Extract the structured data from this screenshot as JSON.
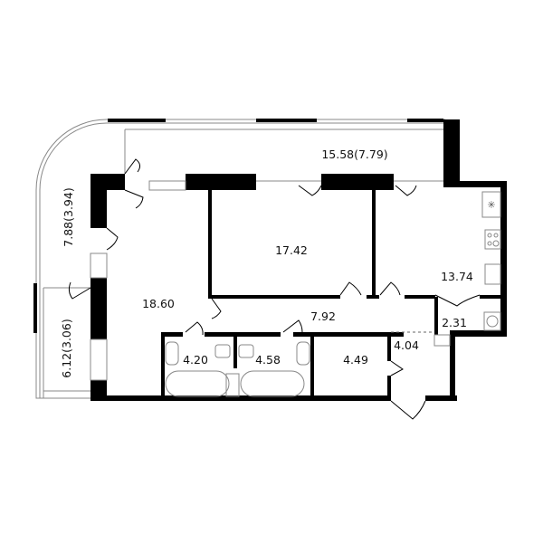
{
  "plan": {
    "rooms": [
      {
        "id": "balcony-top",
        "area": "15.58(7.79)"
      },
      {
        "id": "bedroom",
        "area": "17.42"
      },
      {
        "id": "kitchen",
        "area": "13.74"
      },
      {
        "id": "living-room",
        "area": "18.60"
      },
      {
        "id": "corridor",
        "area": "7.92"
      },
      {
        "id": "utility",
        "area": "2.31"
      },
      {
        "id": "hall",
        "area": "4.04"
      },
      {
        "id": "bathroom-1",
        "area": "4.20"
      },
      {
        "id": "bathroom-2",
        "area": "4.58"
      },
      {
        "id": "storage",
        "area": "4.49"
      },
      {
        "id": "balcony-corner",
        "area": "7.88(3.94)"
      },
      {
        "id": "balcony-left",
        "area": "6.12(3.06)"
      }
    ]
  }
}
